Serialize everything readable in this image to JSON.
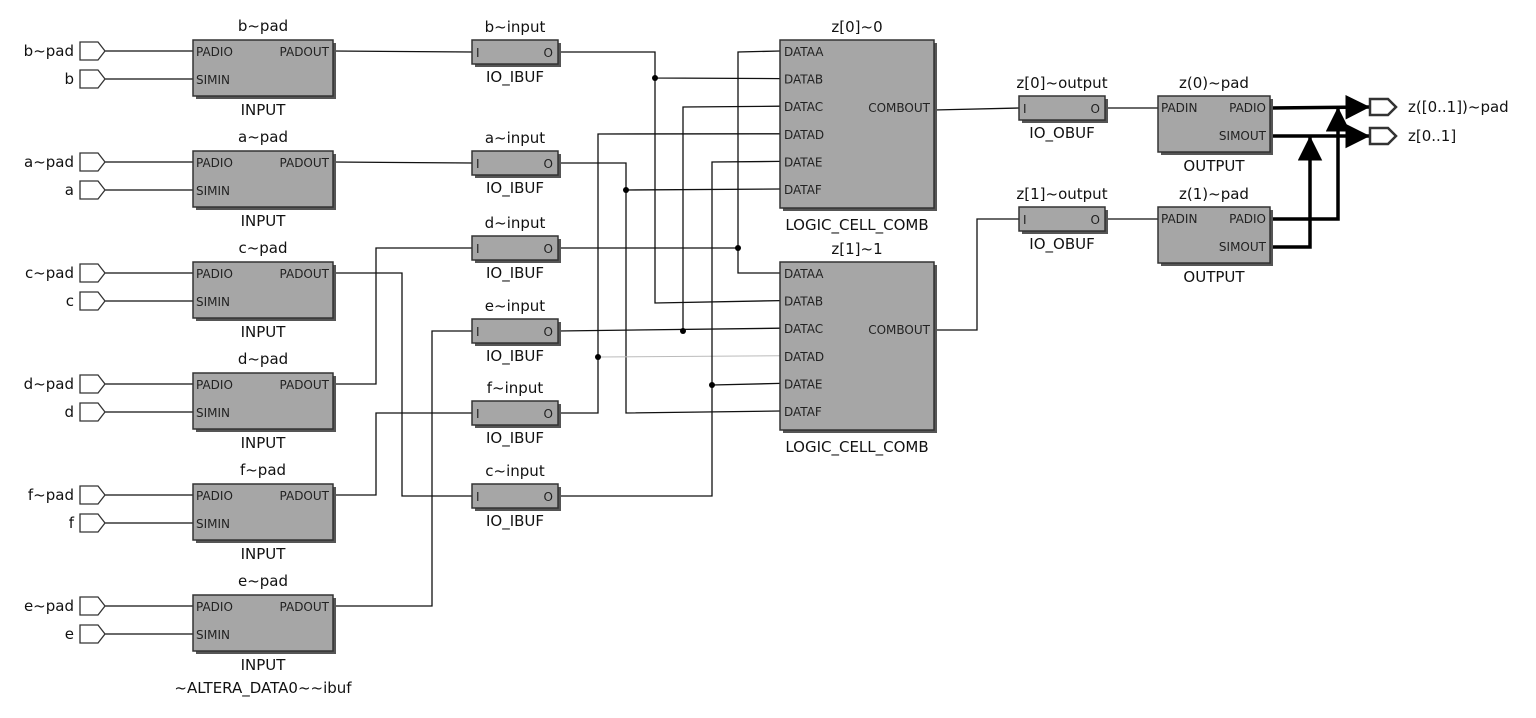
{
  "colors": {
    "block_fill": "#a6a6a6",
    "wire": "#111111",
    "background": "#ffffff"
  },
  "input_pins": [
    {
      "name": "b~pad"
    },
    {
      "name": "b"
    },
    {
      "name": "a~pad"
    },
    {
      "name": "a"
    },
    {
      "name": "c~pad"
    },
    {
      "name": "c"
    },
    {
      "name": "d~pad"
    },
    {
      "name": "d"
    },
    {
      "name": "f~pad"
    },
    {
      "name": "f"
    },
    {
      "name": "e~pad"
    },
    {
      "name": "e"
    }
  ],
  "pad_blocks": [
    {
      "title": "b~pad",
      "type": "INPUT",
      "port_in1": "PADIO",
      "port_in2": "SIMIN",
      "port_out": "PADOUT",
      "extra": ""
    },
    {
      "title": "a~pad",
      "type": "INPUT",
      "port_in1": "PADIO",
      "port_in2": "SIMIN",
      "port_out": "PADOUT",
      "extra": ""
    },
    {
      "title": "c~pad",
      "type": "INPUT",
      "port_in1": "PADIO",
      "port_in2": "SIMIN",
      "port_out": "PADOUT",
      "extra": ""
    },
    {
      "title": "d~pad",
      "type": "INPUT",
      "port_in1": "PADIO",
      "port_in2": "SIMIN",
      "port_out": "PADOUT",
      "extra": ""
    },
    {
      "title": "f~pad",
      "type": "INPUT",
      "port_in1": "PADIO",
      "port_in2": "SIMIN",
      "port_out": "PADOUT",
      "extra": ""
    },
    {
      "title": "e~pad",
      "type": "INPUT",
      "port_in1": "PADIO",
      "port_in2": "SIMIN",
      "port_out": "PADOUT",
      "extra": "~ALTERA_DATA0~~ibuf"
    }
  ],
  "ibuf_blocks": [
    {
      "title": "b~input",
      "type": "IO_IBUF",
      "port_in": "I",
      "port_out": "O"
    },
    {
      "title": "a~input",
      "type": "IO_IBUF",
      "port_in": "I",
      "port_out": "O"
    },
    {
      "title": "d~input",
      "type": "IO_IBUF",
      "port_in": "I",
      "port_out": "O"
    },
    {
      "title": "e~input",
      "type": "IO_IBUF",
      "port_in": "I",
      "port_out": "O"
    },
    {
      "title": "f~input",
      "type": "IO_IBUF",
      "port_in": "I",
      "port_out": "O"
    },
    {
      "title": "c~input",
      "type": "IO_IBUF",
      "port_in": "I",
      "port_out": "O"
    }
  ],
  "logic_cells": [
    {
      "title": "z[0]~0",
      "type": "LOGIC_CELL_COMB",
      "inputs": [
        "DATAA",
        "DATAB",
        "DATAC",
        "DATAD",
        "DATAE",
        "DATAF"
      ],
      "output": "COMBOUT"
    },
    {
      "title": "z[1]~1",
      "type": "LOGIC_CELL_COMB",
      "inputs": [
        "DATAA",
        "DATAB",
        "DATAC",
        "DATAD",
        "DATAE",
        "DATAF"
      ],
      "output": "COMBOUT"
    }
  ],
  "obuf_blocks": [
    {
      "title": "z[0]~output",
      "type": "IO_OBUF",
      "port_in": "I",
      "port_out": "O"
    },
    {
      "title": "z[1]~output",
      "type": "IO_OBUF",
      "port_in": "I",
      "port_out": "O"
    }
  ],
  "output_blocks": [
    {
      "title": "z(0)~pad",
      "type": "OUTPUT",
      "port_in": "PADIN",
      "port_out1": "PADIO",
      "port_out2": "SIMOUT"
    },
    {
      "title": "z(1)~pad",
      "type": "OUTPUT",
      "port_in": "PADIN",
      "port_out1": "PADIO",
      "port_out2": "SIMOUT"
    }
  ],
  "output_pins": [
    {
      "name": "z([0..1])~pad"
    },
    {
      "name": "z[0..1]"
    }
  ]
}
